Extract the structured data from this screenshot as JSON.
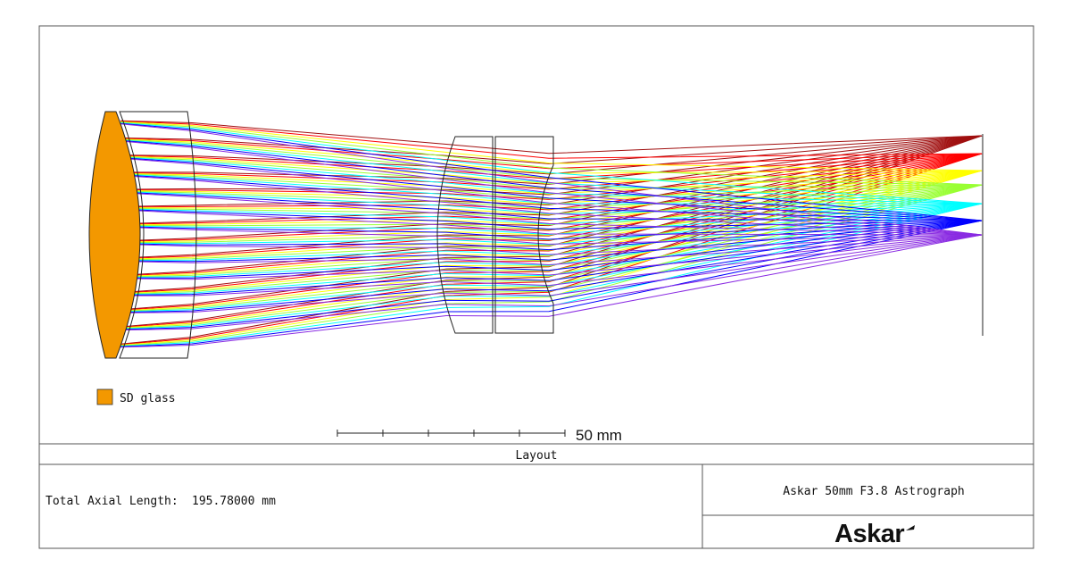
{
  "legend": {
    "label": "SD glass",
    "color": "#f39800"
  },
  "scale_bar": {
    "label": "50 mm",
    "divisions": 5
  },
  "title_block": {
    "plot_title": "Layout",
    "axial_length_label": "Total Axial Length:",
    "axial_length_value": "195.78000 mm",
    "system_name": "Askar 50mm F3.8 Astrograph",
    "logo_text": "Askar"
  },
  "ray_fields": [
    {
      "color": "#a01010"
    },
    {
      "color": "#ff0000"
    },
    {
      "color": "#ffff00"
    },
    {
      "color": "#99ff33"
    },
    {
      "color": "#00ffff"
    },
    {
      "color": "#0000ff"
    },
    {
      "color": "#8a2be2"
    }
  ]
}
